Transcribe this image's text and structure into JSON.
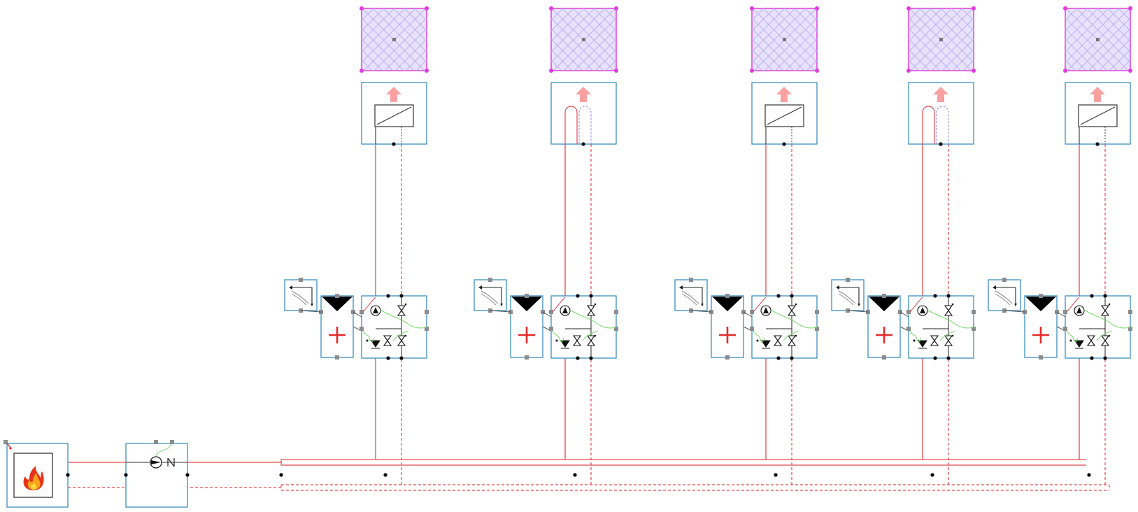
{
  "diagram": {
    "kind": "hydronic-heating-schematic",
    "colors": {
      "supply_pipe": "#e8474c",
      "return_pipe": "#e8474c",
      "signal_wire": "#7ddc72",
      "box_border": "#3a8fc0",
      "zone_border": "#e13be0",
      "zone_fill": "#e9e2ff",
      "zone_hatch": "#b8b0ee",
      "heat_arrow": "#f9a0a0",
      "port": "#8c8c8c",
      "node": "#000000",
      "controller_plus": "#e52a2a"
    },
    "boiler": {
      "icon": "flame-icon",
      "icon_colors": [
        "#e8321c",
        "#f7a21b",
        "#ffd93a"
      ]
    },
    "main_pump": {
      "icons": [
        "pump-icon",
        "check-valve-icon"
      ]
    },
    "branches": [
      {
        "emitter": "panel-radiator",
        "icons": [
          "thermostat-icon",
          "controller-icon",
          "pump-icon",
          "valve-icon"
        ]
      },
      {
        "emitter": "underfloor-loop",
        "icons": [
          "thermostat-icon",
          "controller-icon",
          "pump-icon",
          "valve-icon"
        ]
      },
      {
        "emitter": "panel-radiator",
        "icons": [
          "thermostat-icon",
          "controller-icon",
          "pump-icon",
          "valve-icon"
        ]
      },
      {
        "emitter": "underfloor-loop",
        "icons": [
          "thermostat-icon",
          "controller-icon",
          "pump-icon",
          "valve-icon"
        ]
      },
      {
        "emitter": "panel-radiator",
        "icons": [
          "thermostat-icon",
          "controller-icon",
          "pump-icon",
          "valve-icon"
        ]
      }
    ]
  }
}
